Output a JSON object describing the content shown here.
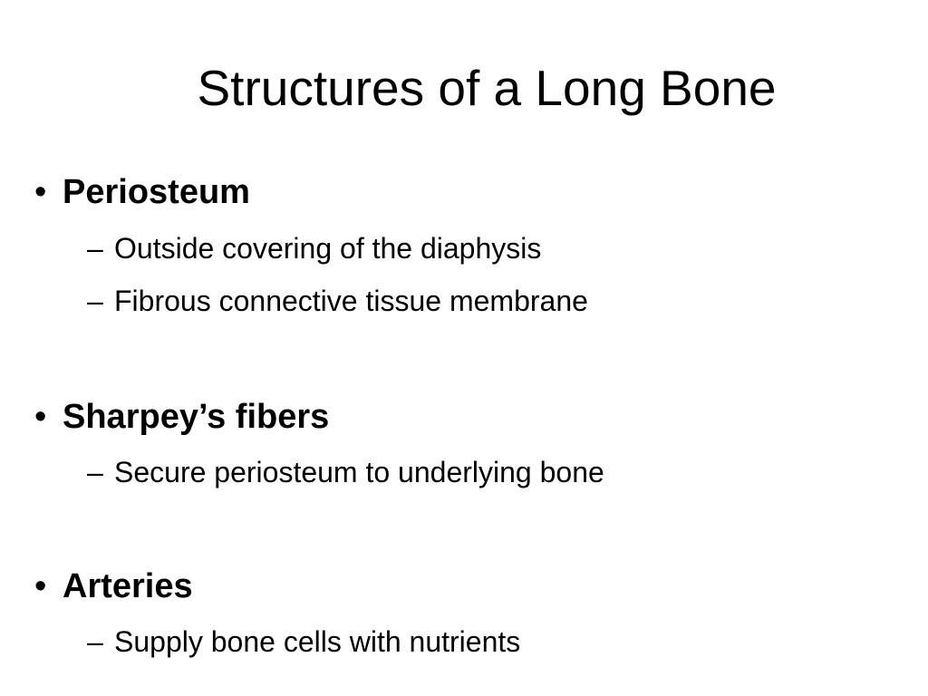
{
  "slide": {
    "title": "Structures of a Long Bone",
    "sections": [
      {
        "heading": "Periosteum",
        "points": [
          "Outside covering of the diaphysis",
          "Fibrous connective tissue membrane"
        ]
      },
      {
        "heading": "Sharpey’s fibers",
        "points": [
          "Secure periosteum to underlying bone"
        ]
      },
      {
        "heading": "Arteries",
        "points": [
          "Supply bone cells with nutrients"
        ]
      }
    ],
    "bullet_glyph": "•",
    "dash_glyph": "–"
  }
}
